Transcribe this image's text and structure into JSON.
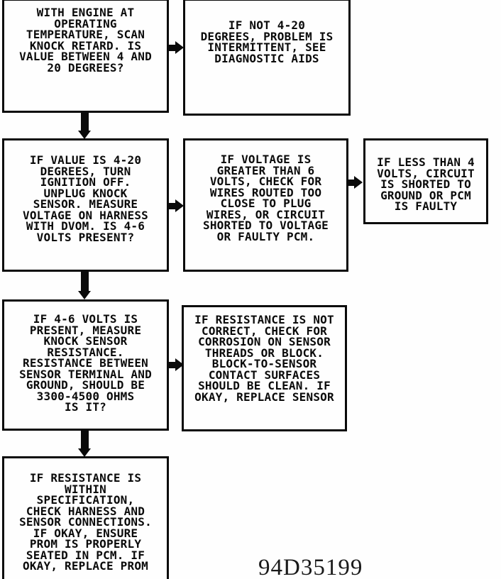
{
  "document": {
    "figure_code": "94D35199",
    "colors": {
      "ink": "#0a0a0a",
      "paper": "#fefefe"
    }
  },
  "flowchart": {
    "boxes": {
      "scan_knock_retard": {
        "text": "WITH ENGINE AT\nOPERATING\nTEMPERATURE, SCAN\nKNOCK RETARD. IS\nVALUE BETWEEN 4 AND\n20 DEGREES?"
      },
      "not_4_20": {
        "text": "IF NOT 4-20\nDEGREES, PROBLEM IS\nINTERMITTENT, SEE\nDIAGNOSTIC AIDS"
      },
      "measure_voltage": {
        "text": "IF VALUE IS 4-20\nDEGREES, TURN\nIGNITION OFF.\nUNPLUG KNOCK\nSENSOR. MEASURE\nVOLTAGE ON HARNESS\nWITH DVOM. IS 4-6\nVOLTS PRESENT?"
      },
      "voltage_high": {
        "text": "IF VOLTAGE IS\nGREATER THAN 6\nVOLTS, CHECK FOR\nWIRES ROUTED TOO\nCLOSE TO PLUG\nWIRES, OR CIRCUIT\nSHORTED TO VOLTAGE\nOR FAULTY PCM."
      },
      "voltage_low": {
        "text": "IF LESS THAN 4\nVOLTS, CIRCUIT\nIS SHORTED TO\nGROUND OR PCM\nIS FAULTY"
      },
      "measure_resistance": {
        "text": "IF 4-6 VOLTS IS\nPRESENT, MEASURE\nKNOCK SENSOR\nRESISTANCE.\nRESISTANCE BETWEEN\nSENSOR TERMINAL AND\nGROUND, SHOULD BE\n3300-4500 OHMS\nIS IT?"
      },
      "resistance_bad": {
        "text": "IF RESISTANCE IS NOT\nCORRECT, CHECK FOR\nCORROSION ON SENSOR\nTHREADS OR BLOCK.\nBLOCK-TO-SENSOR\nCONTACT SURFACES\nSHOULD BE CLEAN. IF\nOKAY, REPLACE SENSOR"
      },
      "resistance_good": {
        "text": "IF RESISTANCE IS\nWITHIN\nSPECIFICATION,\nCHECK HARNESS AND\nSENSOR CONNECTIONS.\nIF OKAY, ENSURE\nPROM IS PROPERLY\nSEATED IN PCM. IF\nOKAY, REPLACE PROM"
      }
    }
  }
}
